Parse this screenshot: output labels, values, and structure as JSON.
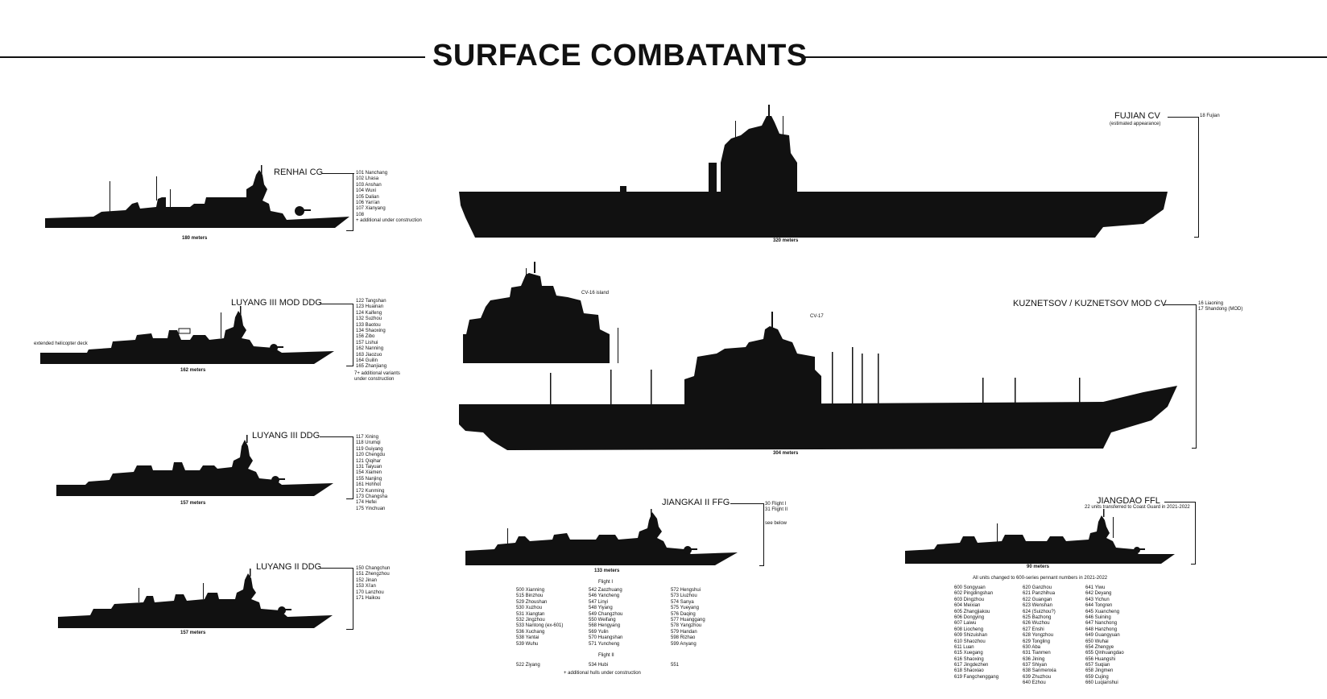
{
  "title": "SURFACE COMBATANTS",
  "ships": {
    "renhai": {
      "name": "RENHAI CG",
      "length": "180 meters",
      "hulls": [
        "101 Nanchang",
        "102 Lhasa",
        "103 Anshan",
        "104 Wuxi",
        "105 Dalian",
        "106 Yan'an",
        "107 Xianyang",
        "108"
      ],
      "note": "+ additional under construction"
    },
    "luyang3mod": {
      "name": "LUYANG III MOD DDG",
      "length": "162 meters",
      "hulls": [
        "122 Tangshan",
        "123 Huainan",
        "124 Kaifeng",
        "132 Suzhou",
        "133 Baotou",
        "134 Shaoxing",
        "156 Zibo",
        "157 Lishui",
        "162 Nanning",
        "163 Jiaozuo",
        "164 Guilin",
        "165 Zhanjiang"
      ],
      "note_lines": [
        "7+ additional variants",
        "under construction"
      ],
      "annotation": "extended helicopter deck"
    },
    "luyang3": {
      "name": "LUYANG III DDG",
      "length": "157 meters",
      "hulls": [
        "117 Xining",
        "118 Urumqi",
        "119 Guiyang",
        "120 Chengdu",
        "121 Qiqihar",
        "131 Taiyuan",
        "154 Xiamen",
        "155 Nanjing",
        "161 Hohhot",
        "172 Kunming",
        "173 Changsha",
        "174 Hefei",
        "175 Yinchuan"
      ]
    },
    "luyang2": {
      "name": "LUYANG II DDG",
      "length": "157 meters",
      "hulls": [
        "150 Changchun",
        "151 Zhengzhou",
        "152 Jinan",
        "153 Xi'an",
        "170 Lanzhou",
        "171 Haikou"
      ]
    },
    "fujian": {
      "name": "FUJIAN CV",
      "subtitle": "(estimated appearance)",
      "length": "320 meters",
      "hulls": [
        "18 Fujian"
      ]
    },
    "kuznetsov": {
      "name": "KUZNETSOV / KUZNETSOV MOD CV",
      "length": "304 meters",
      "hulls": [
        "16 Liaoning",
        "17 Shandong (MOD)"
      ],
      "island_label": "CV-16 island",
      "ship_label": "CV-17"
    },
    "jiangkai": {
      "name": "JIANGKAI II FFG",
      "length": "133 meters",
      "flights": [
        "30 Flight I",
        "31 Flight II"
      ],
      "see_below": "see below",
      "flight1_label": "Flight I",
      "flight1_cols": [
        [
          "500 Xianning",
          "515 Binzhou",
          "529 Zhoushan",
          "530 Xuzhou",
          "531 Xiangtan",
          "532 Jingzhou",
          "533 Nantong (ex-601)",
          "536 Xuchang",
          "538 Yantai",
          "539 Wuhu"
        ],
        [
          "542 Zaozhuang",
          "546 Yancheng",
          "547 Linyi",
          "548 Yiyang",
          "549 Changzhou",
          "550 Weifang",
          "568 Hengyang",
          "569 Yulin",
          "570 Huangshan",
          "571 Yuncheng"
        ],
        [
          "572 Hengshui",
          "573 Liuzhou",
          "574 Sanya",
          "575 Yueyang",
          "576 Daqing",
          "577 Huanggang",
          "578 Yangzhou",
          "579 Handan",
          "598 Rizhao",
          "599 Anyang"
        ]
      ],
      "flight2_label": "Flight II",
      "flight2_cols": [
        [
          "522 Ziyang"
        ],
        [
          "534 Hubi"
        ],
        [
          "551"
        ]
      ],
      "note": "+ additional hulls under construction"
    },
    "jiangdao": {
      "name": "JIANGDAO FFL",
      "length": "90 meters",
      "note_top": "22 units transferred to Coast Guard in 2021-2022",
      "note_mid": "All units changed to 600-series pennant numbers in 2021-2022",
      "cols": [
        [
          "600 Songyuan",
          "602 Pingdingshan",
          "603 Dingzhou",
          "604 Meixian",
          "605 Zhangjiakou",
          "606 Dongying",
          "607 Laiwu",
          "608 Liocheng",
          "609 Shizuishan",
          "610 Shaozhou",
          "611 Luan",
          "615 Xuegang",
          "616 Shaoxing",
          "617 Jingdezhen",
          "618 Shaoxiao",
          "619 Fangchenggang"
        ],
        [
          "620 Ganzhou",
          "621 Panzhihua",
          "622 Guangan",
          "623 Wenshan",
          "624 (Suizhou?)",
          "625 Bazhong",
          "626 Wuzhou",
          "627 Enshi",
          "628 Yongzhou",
          "629 Tongling",
          "630 Aba",
          "631 Tianmen",
          "636 Jining",
          "637 Shiyan",
          "638 Sanmenxia",
          "639 Zhuzhou",
          "640 Ezhou"
        ],
        [
          "641 Yiwu",
          "642 Deyang",
          "643 Yichun",
          "644 Tongren",
          "645 Xuancheng",
          "646 Suining",
          "647 Nanchong",
          "648 Hanzhong",
          "649 Guangyuan",
          "650 Wuhai",
          "654 Zhengye",
          "655 Qinhuangdao",
          "656 Huangshi",
          "657 Suqian",
          "658 Jingmen",
          "659 Cujing",
          "660 Luqianshui"
        ]
      ]
    }
  }
}
